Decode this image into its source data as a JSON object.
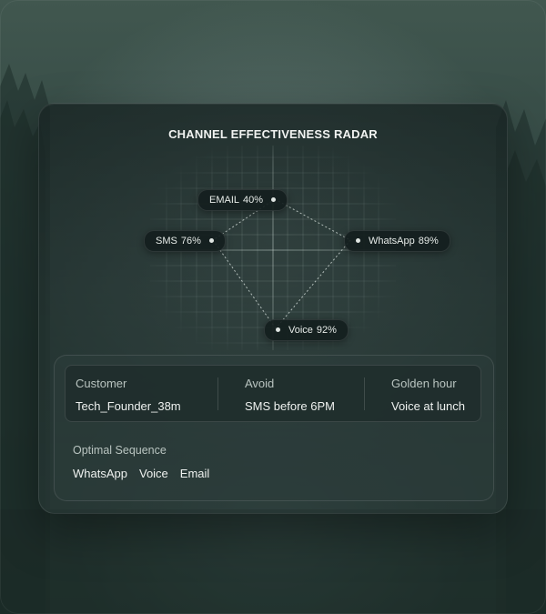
{
  "radar": {
    "title": "CHANNEL EFFECTIVENESS RADAR",
    "channels": [
      {
        "name": "EMAIL",
        "value": "40%",
        "score": 40
      },
      {
        "name": "SMS",
        "value": "76%",
        "score": 76
      },
      {
        "name": "WhatsApp",
        "value": "89%",
        "score": 89
      },
      {
        "name": "Voice",
        "value": "92%",
        "score": 92
      }
    ]
  },
  "details": {
    "customer_label": "Customer",
    "customer_value": "Tech_Founder_38m",
    "avoid_label": "Avoid",
    "avoid_value": "SMS before 6PM",
    "golden_label": "Golden hour",
    "golden_value": "Voice at lunch"
  },
  "sequence": {
    "label": "Optimal Sequence",
    "items": [
      "WhatsApp",
      "Voice",
      "Email"
    ]
  },
  "colors": {
    "text_primary": "#eef1ef",
    "text_secondary": "#b9c4c0",
    "pill_bg": "#141e1e"
  }
}
